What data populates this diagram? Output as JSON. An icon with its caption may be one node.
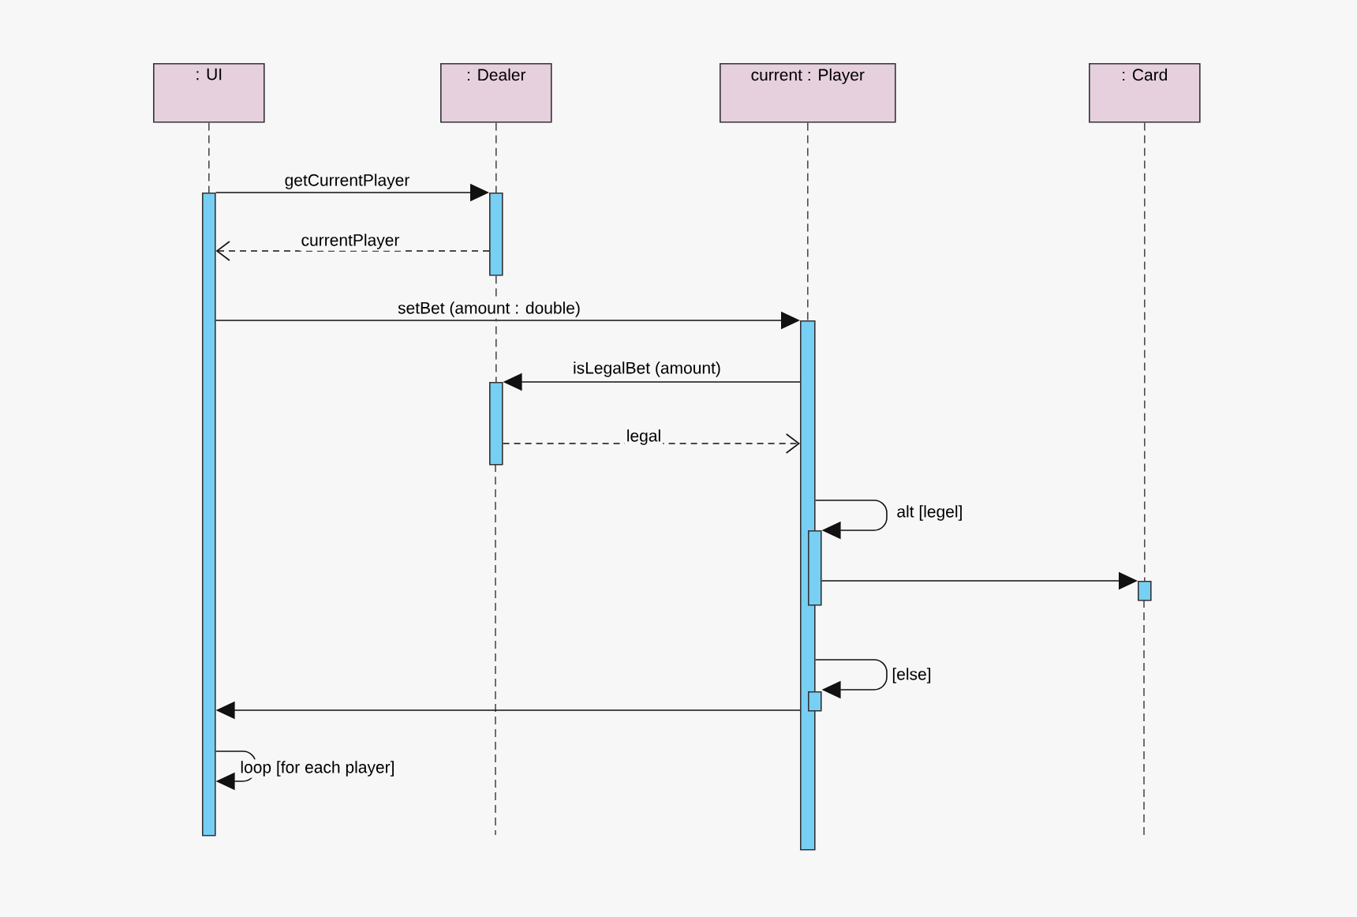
{
  "diagram": {
    "nodes": [
      {
        "text": [
          ": UI"
        ]
      },
      {
        "text": [
          ": Dealer"
        ]
      },
      {
        "text": [
          "current : Player"
        ]
      },
      {
        "text": [
          ": Card"
        ]
      },
      {
        "text": [],
        "shape": "bar"
      },
      {
        "text": [],
        "shape": "bar"
      },
      {
        "text": [],
        "shape": "bar"
      },
      {
        "text": [],
        "shape": "bar"
      },
      {
        "text": [],
        "shape": "bar"
      },
      {
        "text": [],
        "shape": "bar"
      },
      {
        "text": [],
        "shape": "bar"
      }
    ],
    "edges": [
      {
        "from": 4,
        "to": 5,
        "arrow": "to",
        "label": "getCurrentPlayer"
      },
      {
        "from": 5,
        "to": 4,
        "arrow": "to",
        "label": "currentPlayer",
        "style": "dashed"
      },
      {
        "from": 4,
        "to": 6,
        "arrow": "to",
        "label": "setBet (amount : double)"
      },
      {
        "from": 6,
        "to": 7,
        "arrow": "to",
        "label": "isLegalBet (amount)"
      },
      {
        "from": 7,
        "to": 6,
        "arrow": "to",
        "label": "legal",
        "style": "dashed"
      },
      {
        "from": 6,
        "to": 8,
        "arrow": "to",
        "label": "alt [legel]"
      },
      {
        "from": 8,
        "to": 9,
        "arrow": "to"
      },
      {
        "from": 6,
        "to": 10,
        "arrow": "to",
        "label": "[else]"
      },
      {
        "from": 6,
        "to": 4,
        "arrow": "to"
      },
      {
        "from": 4,
        "to": 4,
        "arrow": "to",
        "label": "loop [for each player]"
      },
      {
        "from": 0,
        "to": 4,
        "arrow": "none",
        "style": "dashed"
      },
      {
        "from": 1,
        "to": 5,
        "arrow": "none",
        "style": "dashed"
      },
      {
        "from": 2,
        "to": 6,
        "arrow": "none",
        "style": "dashed"
      },
      {
        "from": 3,
        "to": 9,
        "arrow": "none",
        "style": "dashed"
      },
      {
        "from": 5,
        "to": 7,
        "arrow": "none",
        "style": "dashed"
      }
    ]
  }
}
